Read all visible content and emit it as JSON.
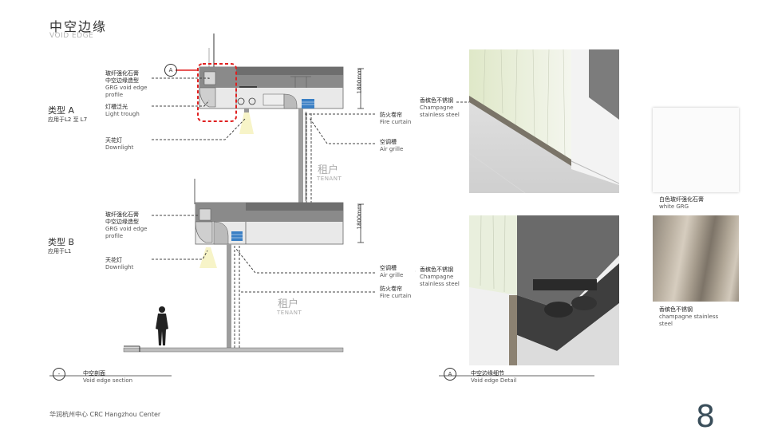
{
  "header": {
    "title_cn": "中空边缘",
    "title_en": "VOID EDGE"
  },
  "types": {
    "a": {
      "name": "类型 A",
      "floors": "应用于L2 至 L7"
    },
    "b": {
      "name": "类型 B",
      "floors": "应用于L1"
    }
  },
  "section_a": {
    "marker": "A",
    "grg": [
      "玻纤强化石膏",
      "中空边缘造型",
      "GRG void edge",
      "profile"
    ],
    "lighttrough": [
      "灯槽泛光",
      "Light trough"
    ],
    "downlight": [
      "天花灯",
      "Downlight"
    ],
    "firecurtain": [
      "防火卷帘",
      "Fire curtain"
    ],
    "airgrille": [
      "空调槽",
      "Air grille"
    ],
    "dimension": "1800mm",
    "tenant_cn": "租户",
    "tenant_en": "TENANT"
  },
  "section_b": {
    "grg": [
      "玻纤强化石膏",
      "中空边缘造型",
      "GRG void edge",
      "profile"
    ],
    "downlight": [
      "天花灯",
      "Downlight"
    ],
    "airgrille": [
      "空调槽",
      "Air grille"
    ],
    "firecurtain": [
      "防火卷帘",
      "Fire curtain"
    ],
    "steel": [
      "香槟色不锈钢",
      "Champagne",
      "stainless steel"
    ],
    "dimension": "1800mm",
    "tenant_cn": "租户",
    "tenant_en": "TENANT"
  },
  "detail_top": {
    "steel": [
      "香槟色不锈钢",
      "Champagne",
      "stainless steel"
    ]
  },
  "materials": {
    "white": [
      "白色玻纤强化石膏",
      "white GRG"
    ],
    "steel": [
      "香槟色不锈钢",
      "champagne stainless",
      "steel"
    ]
  },
  "captions": {
    "section": {
      "marker": "-",
      "cn": "中空剖面",
      "en": "Void edge section"
    },
    "detail": {
      "marker": "A",
      "cn": "中空边缘细节",
      "en": "Void edge Detail"
    }
  },
  "footer": "华润杭州中心 CRC Hangzhou Center",
  "page_number": "8",
  "colors": {
    "accent_red": "#e02020",
    "duct_blue": "#3a7fc4",
    "line": "#444444"
  }
}
